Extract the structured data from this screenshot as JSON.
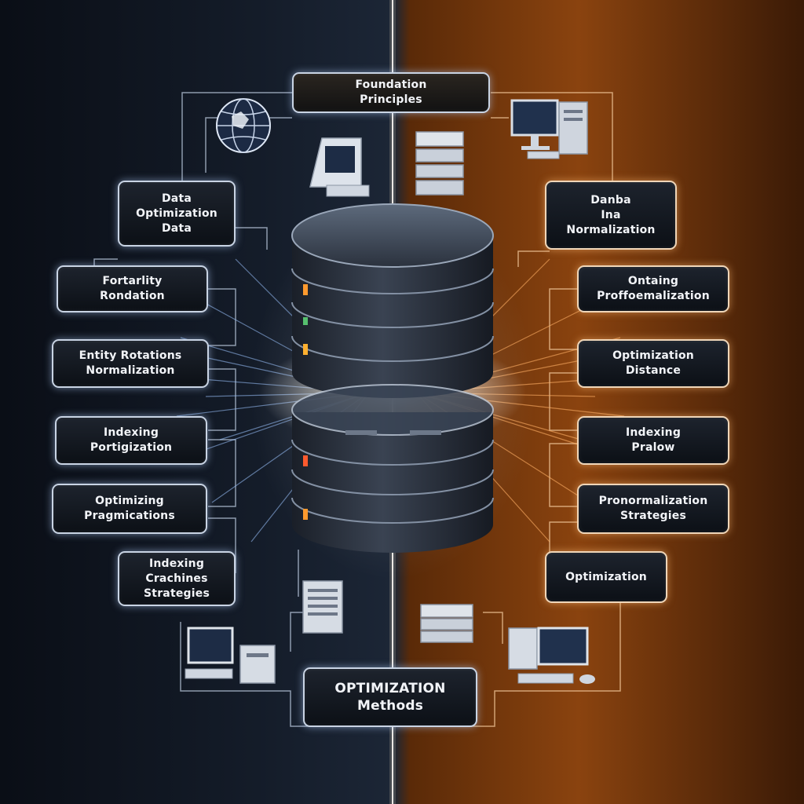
{
  "diagram": {
    "top_box": {
      "lines": [
        "Foundation",
        "Principles"
      ]
    },
    "bottom_box": {
      "lines": [
        "OPTIMIZATION",
        "Methods"
      ]
    },
    "left_boxes": [
      {
        "lines": [
          "Data",
          "Optimization",
          "Data"
        ]
      },
      {
        "lines": [
          "Fortarlity",
          "Rondation"
        ]
      },
      {
        "lines": [
          "Entity Rotations",
          "Normalization"
        ]
      },
      {
        "lines": [
          "Indexing",
          "Portigization"
        ]
      },
      {
        "lines": [
          "Optimizing",
          "Pragmications"
        ]
      },
      {
        "lines": [
          "Indexing",
          "Crachines",
          "Strategies"
        ]
      }
    ],
    "right_boxes": [
      {
        "lines": [
          "Danba",
          "Ina",
          "Normalization"
        ]
      },
      {
        "lines": [
          "Ontaing",
          "Proffoemalization"
        ]
      },
      {
        "lines": [
          "Optimization",
          "Distance"
        ]
      },
      {
        "lines": [
          "Indexing",
          "Pralow"
        ]
      },
      {
        "lines": [
          "Pronormalization",
          "Strategies"
        ]
      },
      {
        "lines": [
          "Optimization"
        ]
      }
    ],
    "icons": [
      "globe-icon",
      "computer-icon",
      "server-stack-icon",
      "database-cylinder-icon",
      "tower-server-icon"
    ],
    "colors": {
      "left_glow": "#9cc4ff",
      "right_glow": "#ff9a3c",
      "border": "#c9d4e4"
    }
  }
}
